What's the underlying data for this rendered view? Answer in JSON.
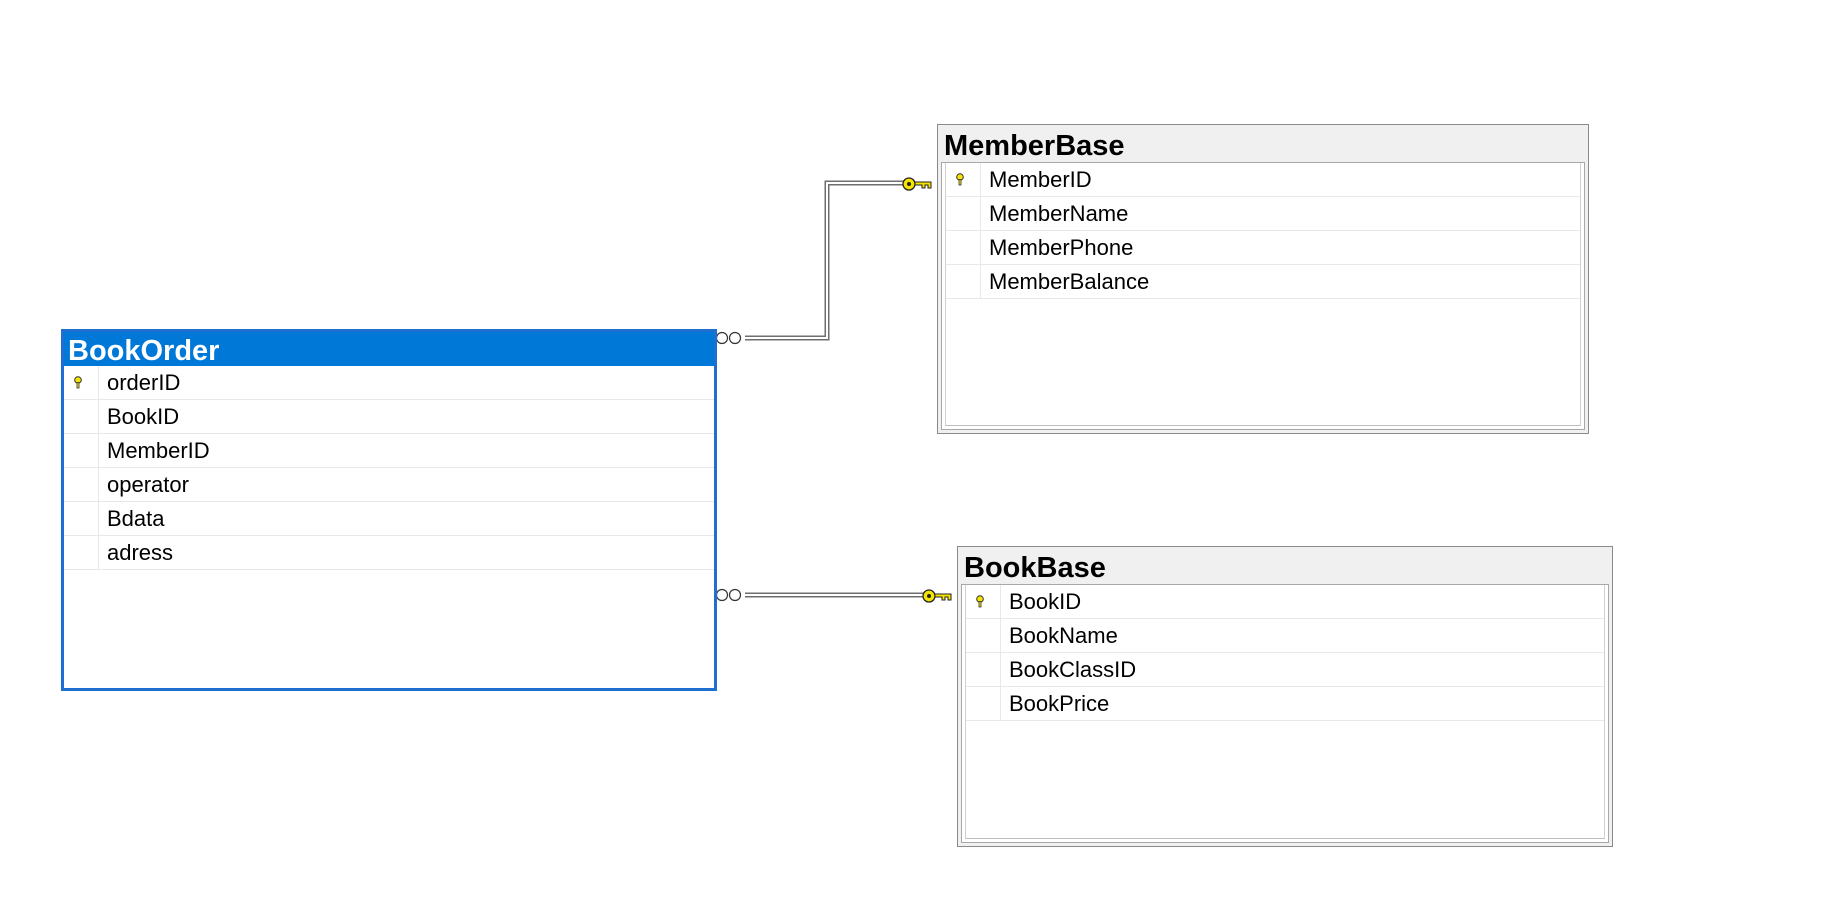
{
  "diagram": {
    "tables": [
      {
        "id": "bookorder",
        "name": "BookOrder",
        "selected": true,
        "columns": [
          {
            "name": "orderID",
            "pk": true
          },
          {
            "name": "BookID",
            "pk": false
          },
          {
            "name": "MemberID",
            "pk": false
          },
          {
            "name": "operator",
            "pk": false
          },
          {
            "name": "Bdata",
            "pk": false
          },
          {
            "name": "adress",
            "pk": false
          }
        ]
      },
      {
        "id": "memberbase",
        "name": "MemberBase",
        "selected": false,
        "columns": [
          {
            "name": "MemberID",
            "pk": true
          },
          {
            "name": "MemberName",
            "pk": false
          },
          {
            "name": "MemberPhone",
            "pk": false
          },
          {
            "name": "MemberBalance",
            "pk": false
          }
        ]
      },
      {
        "id": "bookbase",
        "name": "BookBase",
        "selected": false,
        "columns": [
          {
            "name": "BookID",
            "pk": true
          },
          {
            "name": "BookName",
            "pk": false
          },
          {
            "name": "BookClassID",
            "pk": false
          },
          {
            "name": "BookPrice",
            "pk": false
          }
        ]
      }
    ],
    "relationships": [
      {
        "from": "bookorder",
        "to": "memberbase",
        "from_end": "many",
        "to_end": "one-key"
      },
      {
        "from": "bookorder",
        "to": "bookbase",
        "from_end": "many",
        "to_end": "one-key"
      }
    ],
    "colors": {
      "selected_header": "#0078d7",
      "header": "#f0f0f0",
      "key_icon": "#f5e400",
      "connector": "#6e6e6e"
    }
  }
}
